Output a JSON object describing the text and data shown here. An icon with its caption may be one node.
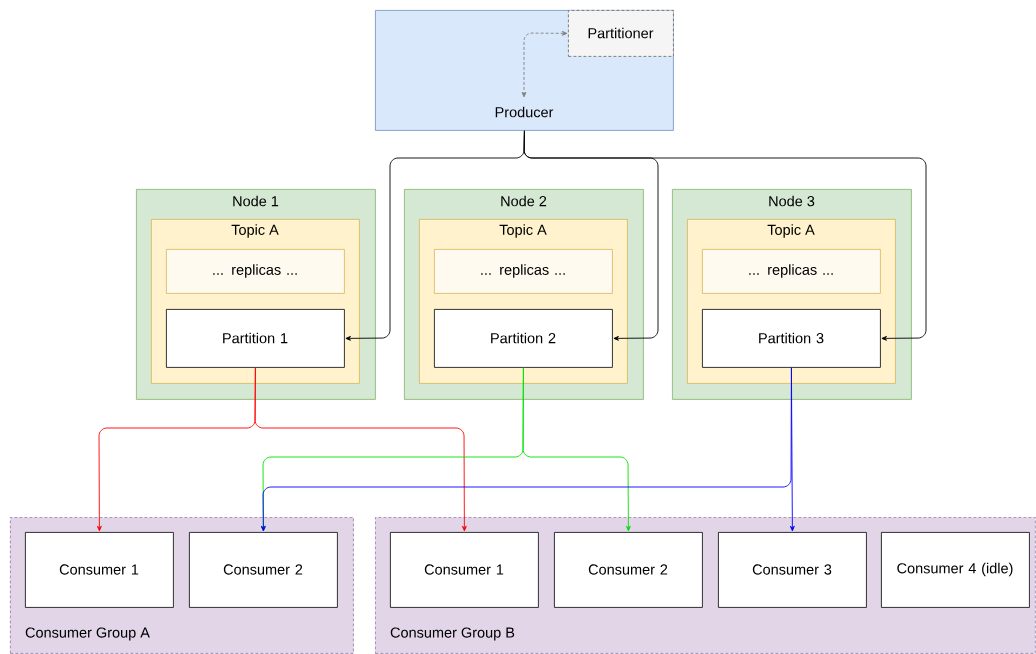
{
  "diagram": {
    "nodes": [
      {
        "text": [
          "Producer"
        ]
      },
      {
        "text": [
          "Partitioner"
        ],
        "in": 0
      },
      {
        "text": [
          "Node 1"
        ]
      },
      {
        "text": [
          "Topic A"
        ],
        "in": 2
      },
      {
        "text": [
          "... replicas ..."
        ],
        "in": 3
      },
      {
        "text": [
          "Partition 1"
        ],
        "in": 3
      },
      {
        "text": [
          "Node 2"
        ]
      },
      {
        "text": [
          "Topic A"
        ],
        "in": 6
      },
      {
        "text": [
          "... replicas ..."
        ],
        "in": 7
      },
      {
        "text": [
          "Partition 2"
        ],
        "in": 7
      },
      {
        "text": [
          "Node 3"
        ]
      },
      {
        "text": [
          "Topic A"
        ],
        "in": 10
      },
      {
        "text": [
          "... replicas ..."
        ],
        "in": 11
      },
      {
        "text": [
          "Partition 3"
        ],
        "in": 11
      },
      {
        "text": [
          "Consumer Group A"
        ]
      },
      {
        "text": [
          "Consumer 1"
        ],
        "in": 14
      },
      {
        "text": [
          "Consumer 2"
        ],
        "in": 14
      },
      {
        "text": [
          "Consumer Group B"
        ]
      },
      {
        "text": [
          "Consumer 1"
        ],
        "in": 17
      },
      {
        "text": [
          "Consumer 2"
        ],
        "in": 17
      },
      {
        "text": [
          "Consumer 3"
        ],
        "in": 17
      },
      {
        "text": [
          "Consumer 4 (idle)"
        ],
        "in": 17
      }
    ],
    "edges": [
      {
        "from": 1,
        "to": 0,
        "arrow": "both",
        "style": "dashed",
        "color": "#808080"
      },
      {
        "from": 0,
        "to": 5,
        "arrow": "to"
      },
      {
        "from": 0,
        "to": 9,
        "arrow": "to"
      },
      {
        "from": 0,
        "to": 13,
        "arrow": "to"
      },
      {
        "from": 5,
        "to": 15,
        "arrow": "to",
        "color": "#ff0000"
      },
      {
        "from": 5,
        "to": 18,
        "arrow": "to",
        "color": "#ff0000"
      },
      {
        "from": 9,
        "to": 16,
        "arrow": "to",
        "color": "#00e000"
      },
      {
        "from": 9,
        "to": 19,
        "arrow": "to",
        "color": "#00e000"
      },
      {
        "from": 13,
        "to": 16,
        "arrow": "to",
        "color": "#0000ff"
      },
      {
        "from": 13,
        "to": 20,
        "arrow": "to",
        "color": "#0000ff"
      }
    ]
  }
}
